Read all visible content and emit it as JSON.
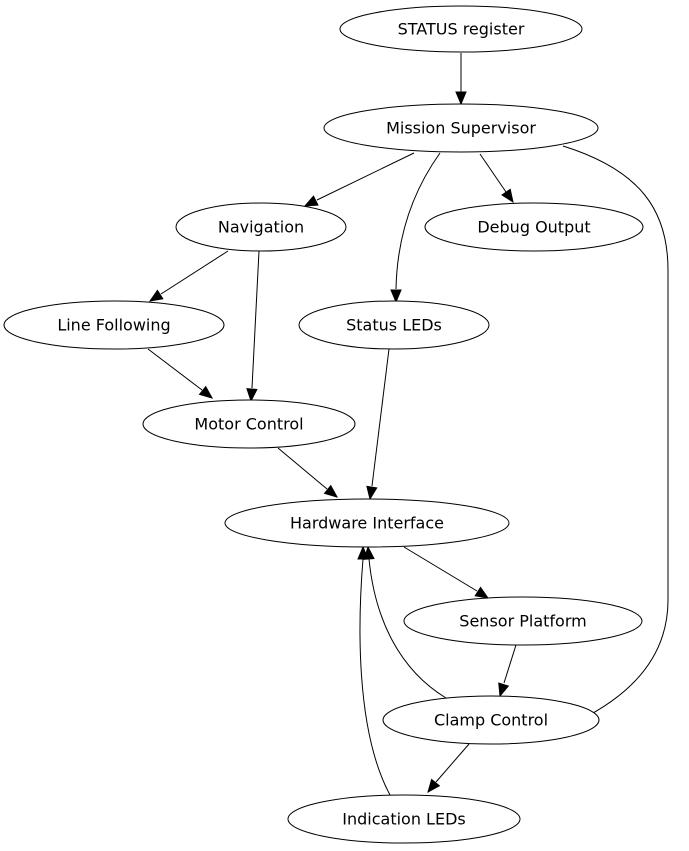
{
  "diagram": {
    "type": "directed-graph",
    "colors": {
      "background": "#ffffff",
      "stroke": "#000000",
      "text": "#000000"
    },
    "nodes": [
      {
        "id": "status_register",
        "label": "STATUS register"
      },
      {
        "id": "mission_supervisor",
        "label": "Mission Supervisor"
      },
      {
        "id": "navigation",
        "label": "Navigation"
      },
      {
        "id": "debug_output",
        "label": "Debug Output"
      },
      {
        "id": "line_following",
        "label": "Line Following"
      },
      {
        "id": "status_leds",
        "label": "Status LEDs"
      },
      {
        "id": "motor_control",
        "label": "Motor Control"
      },
      {
        "id": "hardware_interface",
        "label": "Hardware Interface"
      },
      {
        "id": "sensor_platform",
        "label": "Sensor Platform"
      },
      {
        "id": "clamp_control",
        "label": "Clamp Control"
      },
      {
        "id": "indication_leds",
        "label": "Indication LEDs"
      }
    ],
    "edges": [
      {
        "from": "status_register",
        "to": "mission_supervisor"
      },
      {
        "from": "mission_supervisor",
        "to": "navigation"
      },
      {
        "from": "mission_supervisor",
        "to": "status_leds"
      },
      {
        "from": "mission_supervisor",
        "to": "debug_output"
      },
      {
        "from": "mission_supervisor",
        "to": "clamp_control"
      },
      {
        "from": "navigation",
        "to": "line_following"
      },
      {
        "from": "navigation",
        "to": "motor_control"
      },
      {
        "from": "line_following",
        "to": "motor_control"
      },
      {
        "from": "motor_control",
        "to": "hardware_interface"
      },
      {
        "from": "status_leds",
        "to": "hardware_interface"
      },
      {
        "from": "hardware_interface",
        "to": "sensor_platform"
      },
      {
        "from": "sensor_platform",
        "to": "clamp_control"
      },
      {
        "from": "clamp_control",
        "to": "hardware_interface"
      },
      {
        "from": "clamp_control",
        "to": "indication_leds"
      },
      {
        "from": "indication_leds",
        "to": "hardware_interface"
      }
    ]
  }
}
